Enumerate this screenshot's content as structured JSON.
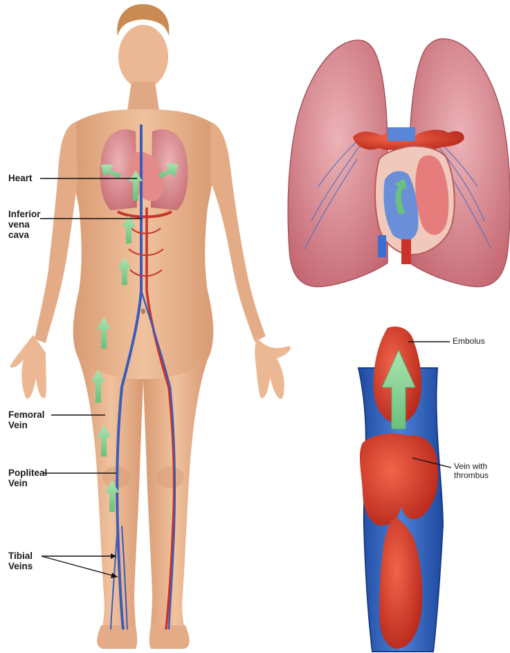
{
  "labels": {
    "heart": "Heart",
    "ivc_1": "Inferior",
    "ivc_2": "vena",
    "ivc_3": "cava",
    "femoral_1": "Femoral",
    "femoral_2": "Vein",
    "popliteal_1": "Popliteal",
    "popliteal_2": "Vein",
    "tibial_1": "Tibial",
    "tibial_2": "Veins",
    "embolus": "Embolus",
    "vein_thrombus_1": "Vein with",
    "vein_thrombus_2": "thrombus"
  },
  "colors": {
    "skin": "#e9b48e",
    "skin_shadow": "#d0906a",
    "hair": "#c98b52",
    "vein": "#3b5cb8",
    "artery": "#c8332a",
    "lung": "#c46a74",
    "lung_light": "#e8a3a8",
    "clot": "#d83a22",
    "clot_dark": "#a8211a",
    "vessel_blue": "#2d5fb8",
    "flow_arrow": "#8fd49a"
  }
}
